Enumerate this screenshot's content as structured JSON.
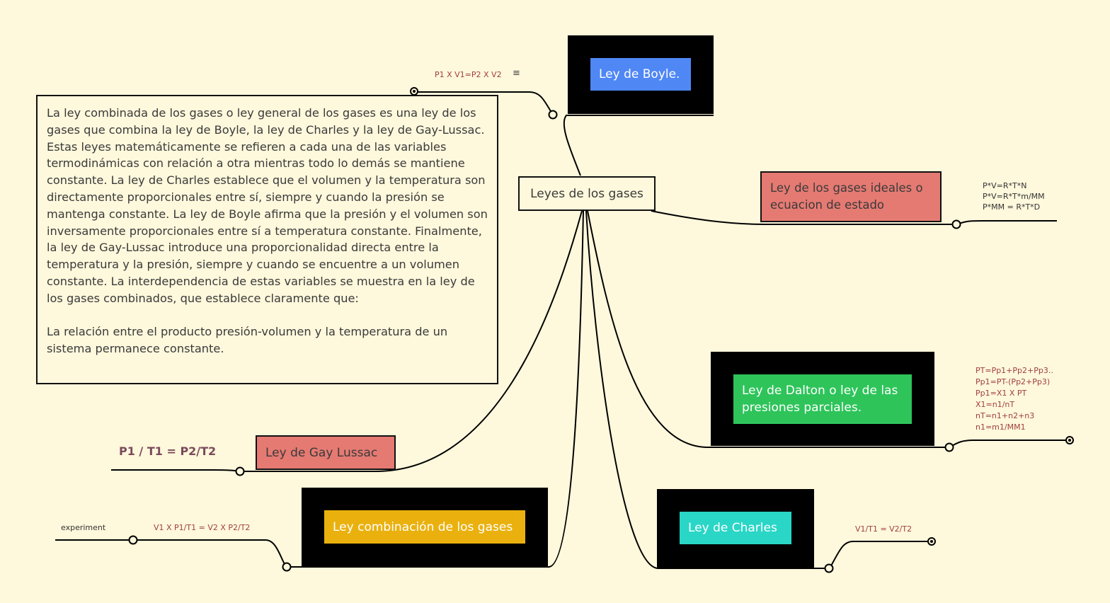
{
  "central": "Leyes de los gases",
  "description": "La ley combinada de los gases o ley general de los gases es una ley de los gases que combina la ley de Boyle, la ley de Charles y la ley de Gay-Lussac. Estas leyes matemáticamente se refieren a cada una de las variables termodinámicas con relación a otra mientras todo lo demás se mantiene constante. La ley de Charles establece que el volumen y la temperatura son directamente proporcionales entre sí, siempre y cuando la presión se mantenga constante. La ley de Boyle afirma que la presión y el volumen son inversamente proporcionales entre sí a temperatura constante. Finalmente, la ley de Gay-Lussac introduce una proporcionalidad directa entre la temperatura y la presión, siempre y cuando se encuentre a un volumen constante. La interdependencia de estas variables se muestra en la ley de los gases combinados, que establece claramente que:\n\nLa relación entre el producto presión-volumen y la temperatura de un sistema permanece constante.",
  "topics": {
    "boyle": {
      "label": "Ley de Boyle.",
      "note": "P1 X V1=P2 X V2",
      "color": "#4f87f5"
    },
    "ideales": {
      "label": "Ley de los gases ideales o ecuacion de estado",
      "notes": [
        "P*V=R*T*N",
        "P*V=R*T*m/MM",
        "P*MM = R*T*D"
      ],
      "color": "#e57a72"
    },
    "dalton": {
      "label": "Ley de Dalton o ley de las presiones parciales.",
      "notes": [
        "PT=Pp1+Pp2+Pp3..",
        "Pp1=PT-(Pp2+Pp3)",
        "Pp1=X1 X PT",
        "X1=n1/nT",
        "nT=n1+n2+n3",
        "n1=m1/MM1"
      ],
      "color": "#2ec45a"
    },
    "charles": {
      "label": "Ley de Charles",
      "note": "V1/T1 = V2/T2",
      "color": "#2ad6c6"
    },
    "combinacion": {
      "label": "Ley combinación de los gases",
      "note": "V1 X P1/T1  =  V2 X P2/T2",
      "sub": "experiment",
      "color": "#eab10e"
    },
    "gaylussac": {
      "label": "Ley de Gay Lussac",
      "note": "P1 / T1 = P2/T2",
      "color": "#e57a72"
    }
  }
}
